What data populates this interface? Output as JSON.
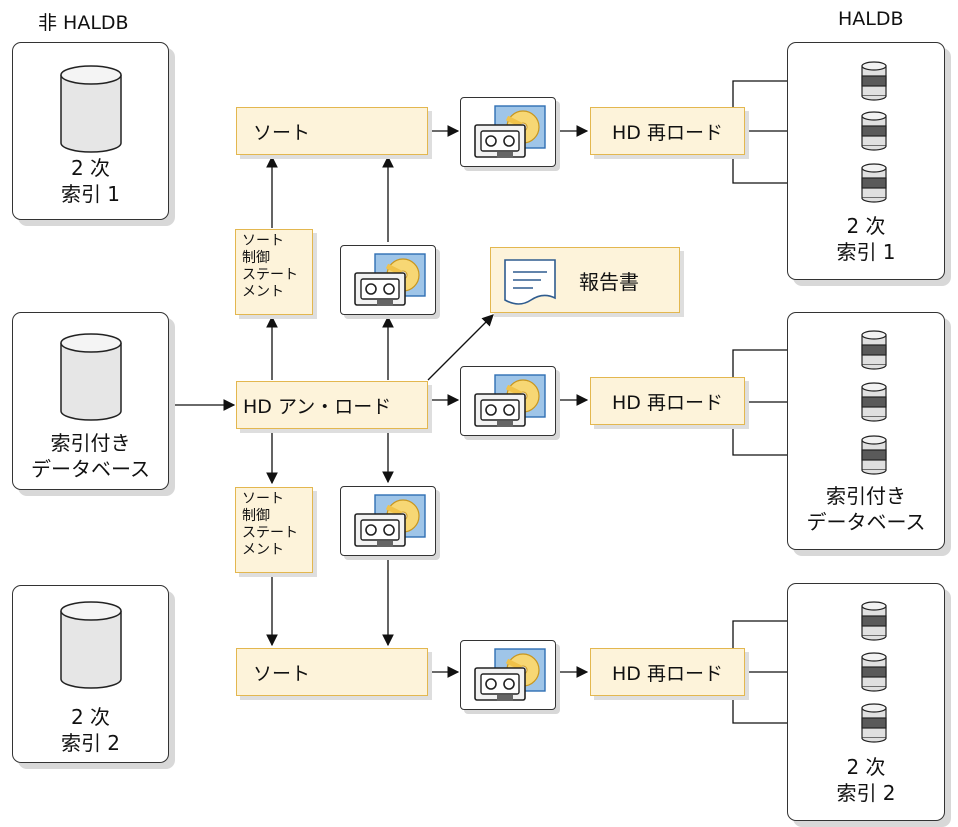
{
  "titles": {
    "left": "非 HALDB",
    "right": "HALDB"
  },
  "left_panels": [
    {
      "line1": "2 次",
      "line2": "索引 1"
    },
    {
      "line1": "索引付き",
      "line2": "データベース"
    },
    {
      "line1": "2 次",
      "line2": "索引 2"
    }
  ],
  "right_panels": [
    {
      "line1": "2 次",
      "line2": "索引 1"
    },
    {
      "line1": "索引付き",
      "line2": "データベース"
    },
    {
      "line1": "2 次",
      "line2": "索引 2"
    }
  ],
  "process": {
    "sort_top": "ソート",
    "sort_bottom": "ソート",
    "unload": "HD アン・ロード",
    "reload_1": "HD 再ロード",
    "reload_2": "HD 再ロード",
    "reload_3": "HD 再ロード"
  },
  "sort_control": {
    "top": [
      "ソート",
      "制御",
      "ステート",
      "メント"
    ],
    "bottom": [
      "ソート",
      "制御",
      "ステート",
      "メント"
    ]
  },
  "report": {
    "label": "報告書"
  },
  "icons": {
    "dataset_media": "tape-and-disk-icon",
    "left_database": "database-cylinder-icon",
    "right_dataset": "database-stack-icon",
    "report": "document-icon"
  },
  "colors": {
    "process_fill": "#fdf3da",
    "process_border": "#e3b74f",
    "media_accent": "#f0c24a",
    "media_blue": "#2f6fb3"
  }
}
